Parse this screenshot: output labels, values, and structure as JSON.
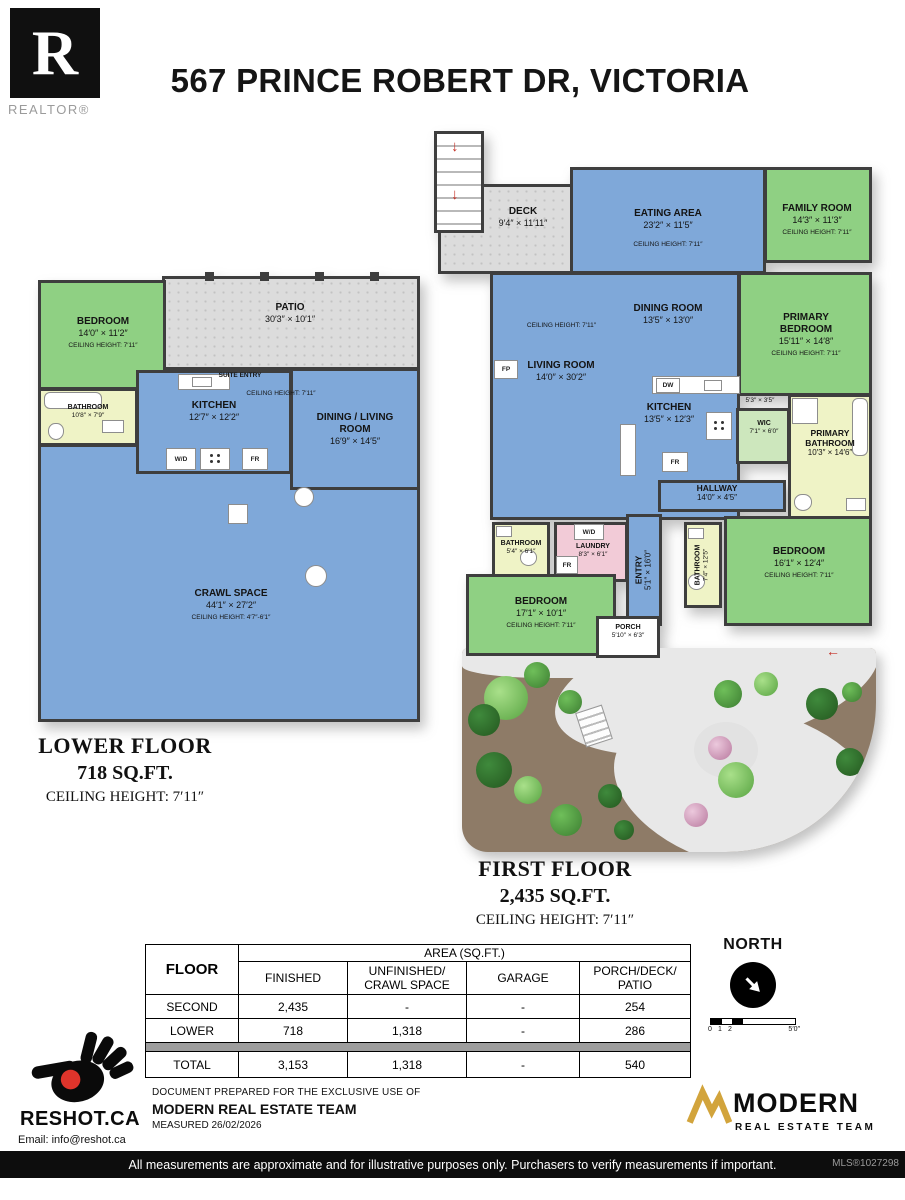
{
  "header": {
    "title": "567 PRINCE ROBERT DR, VICTORIA",
    "realtor_letter": "R",
    "realtor_wordmark": "REALTOR®"
  },
  "lower_floor": {
    "title": "LOWER FLOOR",
    "area": "718 SQ.FT.",
    "ceiling": "CEILING HEIGHT: 7′11″",
    "rooms": {
      "bedroom": {
        "name": "BEDROOM",
        "dims": "14′0″ × 11′2″",
        "ceiling": "CEILING HEIGHT: 7′11″"
      },
      "patio": {
        "name": "PATIO",
        "dims": "30′3″ × 10′1″"
      },
      "bathroom": {
        "name": "BATHROOM",
        "dims": "10′8″ × 7′9″"
      },
      "kitchen": {
        "name": "KITCHEN",
        "dims": "12′7″ × 12′2″"
      },
      "dining_living": {
        "name": "DINING / LIVING ROOM",
        "dims": "16′9″ × 14′5″"
      },
      "crawl_space": {
        "name": "CRAWL SPACE",
        "dims": "44′1″ × 27′2″",
        "ceiling": "CEILING HEIGHT: 4′7″-6′1″"
      },
      "suite_entry": "SUITE ENTRY",
      "ceiling_note": "CEILING HEIGHT: 7′11″",
      "wd": "W/D",
      "fr": "FR"
    }
  },
  "first_floor": {
    "title": "FIRST FLOOR",
    "area": "2,435 SQ.FT.",
    "ceiling": "CEILING HEIGHT: 7′11″",
    "rooms": {
      "deck": {
        "name": "DECK",
        "dims": "9′4″ × 11′11″"
      },
      "eating_area": {
        "name": "EATING AREA",
        "dims": "23′2″ × 11′5″",
        "ceiling": "CEILING HEIGHT: 7′11″"
      },
      "family_room": {
        "name": "FAMILY ROOM",
        "dims": "14′3″ × 11′3″",
        "ceiling": "CEILING HEIGHT: 7′11″"
      },
      "dining_room": {
        "name": "DINING ROOM",
        "dims": "13′5″ × 13′0″"
      },
      "living_room": {
        "name": "LIVING ROOM",
        "dims": "14′0″ × 30′2″",
        "ceiling": "CEILING HEIGHT: 7′11″"
      },
      "kitchen": {
        "name": "KITCHEN",
        "dims": "13′5″ × 12′3″"
      },
      "primary_bedroom": {
        "name": "PRIMARY BEDROOM",
        "dims": "15′11″ × 14′8″",
        "ceiling": "CEILING HEIGHT: 7′11″"
      },
      "wic": {
        "name": "WIC",
        "dims": "7′1″ × 6′0″",
        "closet_dims": "5′3″ × 3′5″"
      },
      "primary_bathroom": {
        "name": "PRIMARY BATHROOM",
        "dims": "10′3″ × 14′6″"
      },
      "hallway": {
        "name": "HALLWAY",
        "dims": "14′0″ × 4′5″"
      },
      "bathroom_main": {
        "name": "BATHROOM",
        "dims": "5′4″ × 6′1″"
      },
      "laundry": {
        "name": "LAUNDRY",
        "dims": "8′3″ × 6′1″"
      },
      "entry": {
        "name": "ENTRY",
        "dims": "5′1″ × 16′0″"
      },
      "bathroom_hall": {
        "name": "BATHROOM",
        "dims": "7′4″ × 12′5″"
      },
      "bedroom_right": {
        "name": "BEDROOM",
        "dims": "16′1″ × 12′4″",
        "ceiling": "CEILING HEIGHT: 7′11″"
      },
      "bedroom_front": {
        "name": "BEDROOM",
        "dims": "17′1″ × 10′1″",
        "ceiling": "CEILING HEIGHT: 7′11″"
      },
      "porch": {
        "name": "PORCH",
        "dims": "5′10″ × 6′3″"
      },
      "fp": "FP",
      "dw": "DW",
      "fr": "FR",
      "wd": "W/D"
    }
  },
  "table": {
    "floor_header": "FLOOR",
    "area_header": "AREA (SQ.FT.)",
    "columns": [
      "FINISHED",
      "UNFINISHED/ CRAWL SPACE",
      "GARAGE",
      "PORCH/DECK/ PATIO"
    ],
    "rows": [
      {
        "floor": "SECOND",
        "finished": "2,435",
        "unfinished": "-",
        "garage": "-",
        "porch": "254"
      },
      {
        "floor": "LOWER",
        "finished": "718",
        "unfinished": "1,318",
        "garage": "-",
        "porch": "286"
      }
    ],
    "total": {
      "floor": "TOTAL",
      "finished": "3,153",
      "unfinished": "1,318",
      "garage": "-",
      "porch": "540"
    }
  },
  "north": {
    "label": "NORTH",
    "scale_ticks": [
      "0",
      "1",
      "2",
      "5′0″"
    ]
  },
  "footer": {
    "reshot_name": "RESHOT.CA",
    "reshot_email": "Email: info@reshot.ca",
    "prepared_line1": "DOCUMENT PREPARED FOR THE EXCLUSIVE USE OF",
    "prepared_line2": "MODERN REAL ESTATE TEAM",
    "prepared_line3": "MEASURED 26/02/2026",
    "modern_name": "MODERN",
    "modern_sub": "REAL ESTATE TEAM",
    "disclaimer": "All measurements are approximate and for illustrative purposes only. Purchasers to verify measurements if important.",
    "mls": "MLS®1027298"
  },
  "icons": {
    "down_arrow": "↓",
    "left_arrow": "←"
  }
}
